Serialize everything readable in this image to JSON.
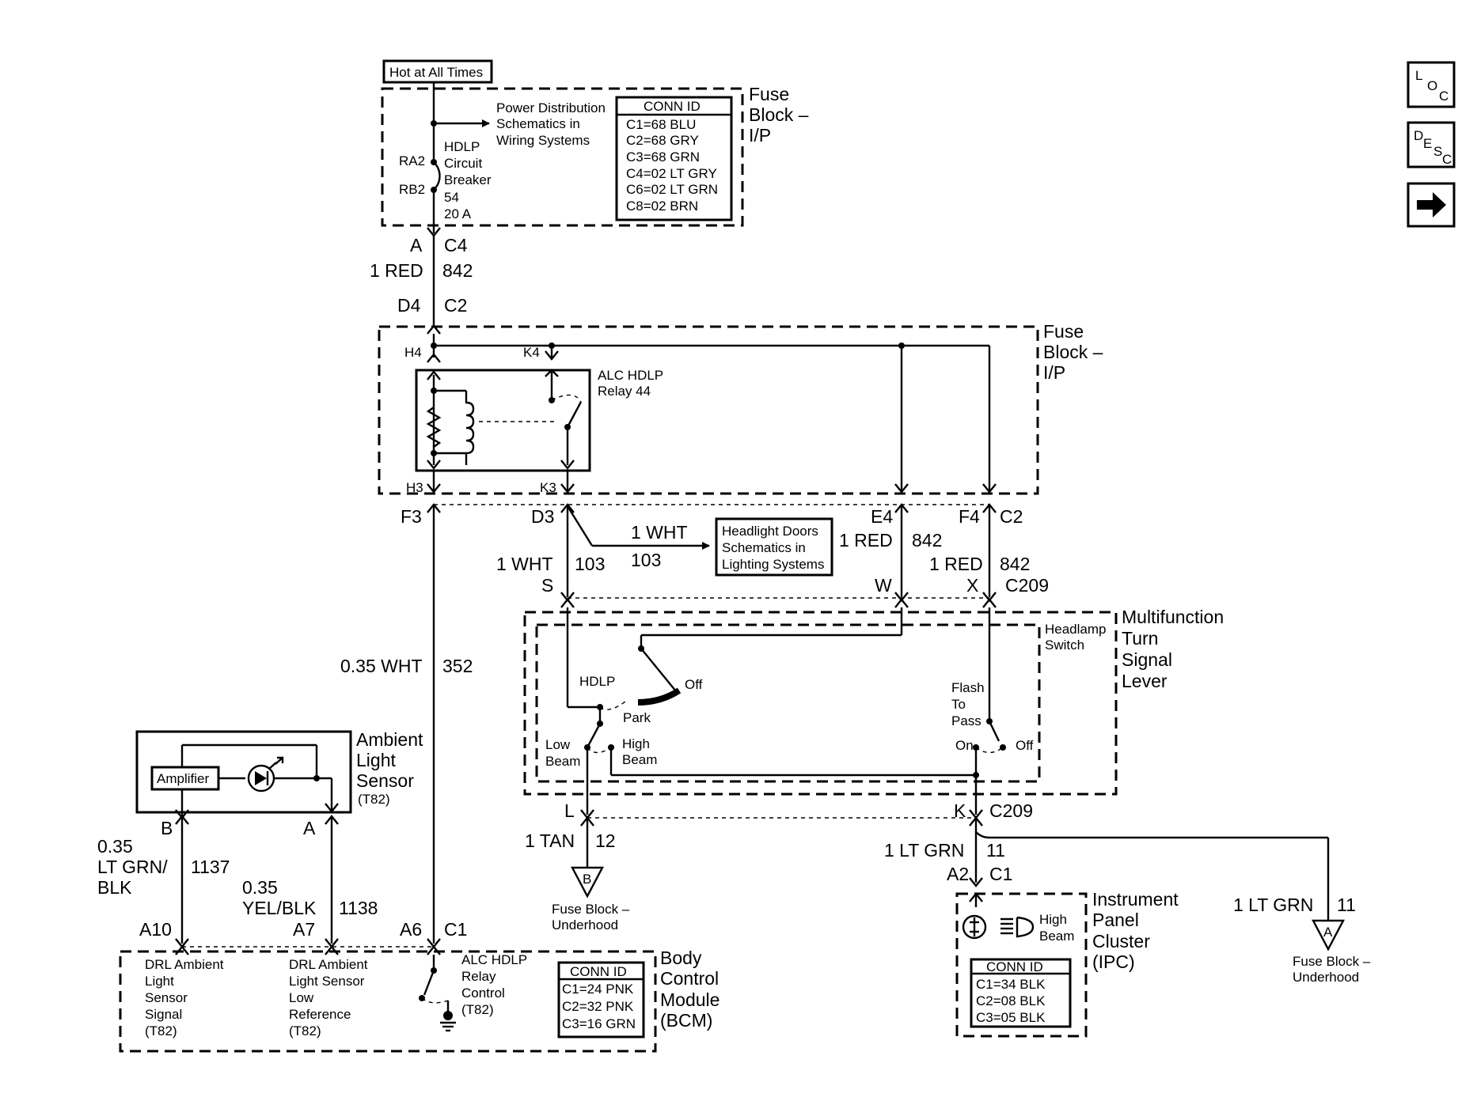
{
  "nav": {
    "loc": {
      "main": "L",
      "a": "O",
      "b": "C"
    },
    "desc": {
      "main": "D",
      "a": "E",
      "b": "S",
      "c": "C"
    },
    "next_icon": "right-arrow-icon"
  },
  "top": {
    "hot": "Hot at All Times",
    "pd": [
      "Power Distribution",
      "Schematics in",
      "Wiring Systems"
    ],
    "ra2": "RA2",
    "rb2": "RB2",
    "breaker": [
      "HDLP",
      "Circuit",
      "Breaker",
      "54",
      "20 A"
    ],
    "conn_title": "CONN ID",
    "conn": [
      "C1=68 BLU",
      "C2=68 GRY",
      "C3=68 GRN",
      "C4=02 LT GRY",
      "C6=02 LT GRN",
      "C8=02 BRN"
    ],
    "name": [
      "Fuse",
      "Block –",
      "I/P"
    ]
  },
  "w842": {
    "a": "A",
    "c4": "C4",
    "color": "1 RED",
    "num": "842",
    "d4": "D4",
    "c2": "C2"
  },
  "fb2": {
    "name": [
      "Fuse",
      "Block –",
      "I/P"
    ],
    "h4": "H4",
    "k4": "K4",
    "h3": "H3",
    "k3": "K3",
    "relay": [
      "ALC HDLP",
      "Relay 44"
    ]
  },
  "row2": {
    "f3": "F3",
    "d3": "D3",
    "e4": "E4",
    "f4": "F4",
    "c2": "C2",
    "wht1": "1 WHT",
    "n103a": "103",
    "wht2": "1 WHT",
    "n103b": "103",
    "hdoors": [
      "Headlight Doors",
      "Schematics in",
      "Lighting Systems"
    ],
    "red1": "1 RED",
    "n842a": "842",
    "red2": "1 RED",
    "n842b": "842",
    "s": "S",
    "w": "W",
    "x": "X",
    "c209": "C209"
  },
  "mf": {
    "name": [
      "Multifunction",
      "Turn",
      "Signal",
      "Lever"
    ],
    "hsw": [
      "Headlamp",
      "Switch"
    ],
    "hdlp": "HDLP",
    "off": "Off",
    "park": "Park",
    "low": [
      "Low",
      "Beam"
    ],
    "high": [
      "High",
      "Beam"
    ],
    "flash": [
      "Flash",
      "To",
      "Pass"
    ],
    "on": "On",
    "off2": "Off"
  },
  "w352": {
    "color": "0.35 WHT",
    "num": "352"
  },
  "als": {
    "amp": "Amplifier",
    "name": [
      "Ambient",
      "Light",
      "Sensor"
    ],
    "opt": "(T82)",
    "b": "B",
    "a": "A"
  },
  "w1137": {
    "color": [
      "0.35",
      "LT GRN/",
      "BLK"
    ],
    "num": "1137"
  },
  "w1138": {
    "color": [
      "0.35",
      "YEL/BLK"
    ],
    "num": "1138"
  },
  "lk": {
    "l": "L",
    "k": "K",
    "c209": "C209",
    "tan": "1 TAN",
    "n12": "12",
    "fbu1": [
      "Fuse Block –",
      "Underhood"
    ],
    "b": "B",
    "ltgrn": "1 LT GRN",
    "n11": "11",
    "a2": "A2",
    "c1": "C1",
    "ltgrn2": "1 LT GRN",
    "n11b": "11",
    "fbu2": [
      "Fuse Block –",
      "Underhood"
    ],
    "a": "A"
  },
  "bcm": {
    "a10": "A10",
    "a7": "A7",
    "a6": "A6",
    "c1": "C1",
    "sig": [
      "DRL Ambient",
      "Light",
      "Sensor",
      "Signal",
      "(T82)"
    ],
    "ref": [
      "DRL Ambient",
      "Light Sensor",
      "Low",
      "Reference",
      "(T82)"
    ],
    "rc": [
      "ALC HDLP",
      "Relay",
      "Control",
      "(T82)"
    ],
    "conn_title": "CONN ID",
    "conn": [
      "C1=24 PNK",
      "C2=32 PNK",
      "C3=16 GRN"
    ],
    "name": [
      "Body",
      "Control",
      "Module",
      "(BCM)"
    ]
  },
  "ipc": {
    "hb": [
      "High",
      "Beam"
    ],
    "conn_title": "CONN ID",
    "conn": [
      "C1=34 BLK",
      "C2=08 BLK",
      "C3=05 BLK"
    ],
    "name": [
      "Instrument",
      "Panel",
      "Cluster",
      "(IPC)"
    ]
  }
}
